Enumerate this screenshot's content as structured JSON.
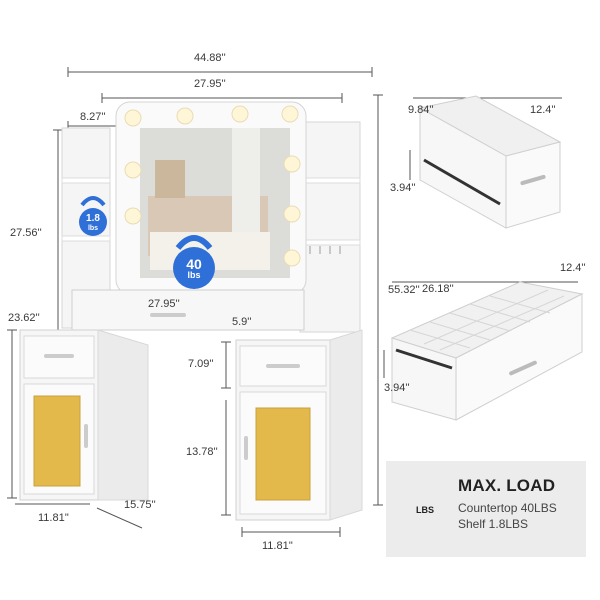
{
  "dimensions": {
    "total_width": "44.88''",
    "mirror_width": "27.95''",
    "side_shelf_width": "8.27''",
    "upper_height": "27.56''",
    "overall_height": "55.32''",
    "desk_height": "23.62''",
    "counter_width": "27.95''",
    "center_drawer_height": "5.9''",
    "side_drawer_height": "7.09''",
    "cabinet_height": "13.78''",
    "left_base_width": "11.81''",
    "left_base_depth": "15.75''",
    "right_base_width": "11.81''",
    "drawer_depth": "9.84''",
    "drawer_width": "12.4''",
    "drawer_height": "3.94''",
    "organizer_length": "26.18''",
    "organizer_width": "12.4''",
    "organizer_height": "3.94''"
  },
  "weights": {
    "small_value": "1.8",
    "small_unit": "lbs",
    "large_value": "40",
    "large_unit": "lbs",
    "kettlebell_color": "#2f6fd8"
  },
  "load_info": {
    "icon_text": "LBS",
    "title": "MAX. LOAD",
    "countertop": "Countertop 40LBS",
    "shelf": "Shelf 1.8LBS"
  },
  "colors": {
    "furniture": "#f7f7f7",
    "outline": "#cfcfcf",
    "glass_door": "#e3b94c",
    "bulb": "#fff6d8"
  }
}
